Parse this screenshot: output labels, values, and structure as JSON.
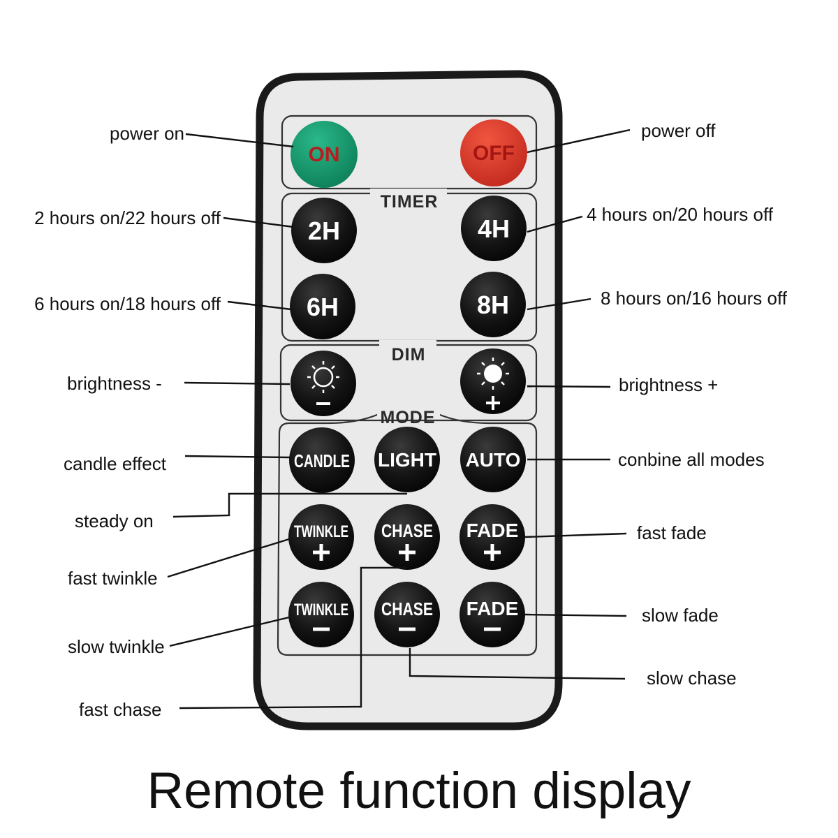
{
  "title": "Remote function display",
  "sections": {
    "timer": "TIMER",
    "dim": "DIM",
    "mode": "MODE"
  },
  "buttons": {
    "on": "ON",
    "off": "OFF",
    "h2": "2H",
    "h4": "4H",
    "h6": "6H",
    "h8": "8H",
    "candle": "CANDLE",
    "light": "LIGHT",
    "auto": "AUTO",
    "twinkle_plus": "TWINKLE",
    "chase_plus": "CHASE",
    "fade_plus": "FADE",
    "twinkle_minus": "TWINKLE",
    "chase_minus": "CHASE",
    "fade_minus": "FADE"
  },
  "labels": {
    "power_on": "power on",
    "power_off": "power off",
    "h2": "2 hours on/22 hours off",
    "h4": "4 hours on/20 hours off",
    "h6": "6 hours on/18 hours off",
    "h8": "8 hours on/16 hours off",
    "brightness_minus": "brightness -",
    "brightness_plus": "brightness +",
    "candle": "candle effect",
    "auto": "conbine all modes",
    "steady": "steady on",
    "fast_fade": "fast fade",
    "fast_twinkle": "fast twinkle",
    "slow_fade": "slow fade",
    "slow_twinkle": "slow twinkle",
    "slow_chase": "slow chase",
    "fast_chase": "fast chase"
  },
  "colors": {
    "on_button": "#149a6e",
    "off_button": "#dd3a2c",
    "button": "#161616",
    "remote_body": "#eaeaea",
    "remote_border": "#1a1a1a"
  },
  "icons": {
    "brightness_down": "sun-minus-icon",
    "brightness_up": "sun-plus-icon"
  }
}
